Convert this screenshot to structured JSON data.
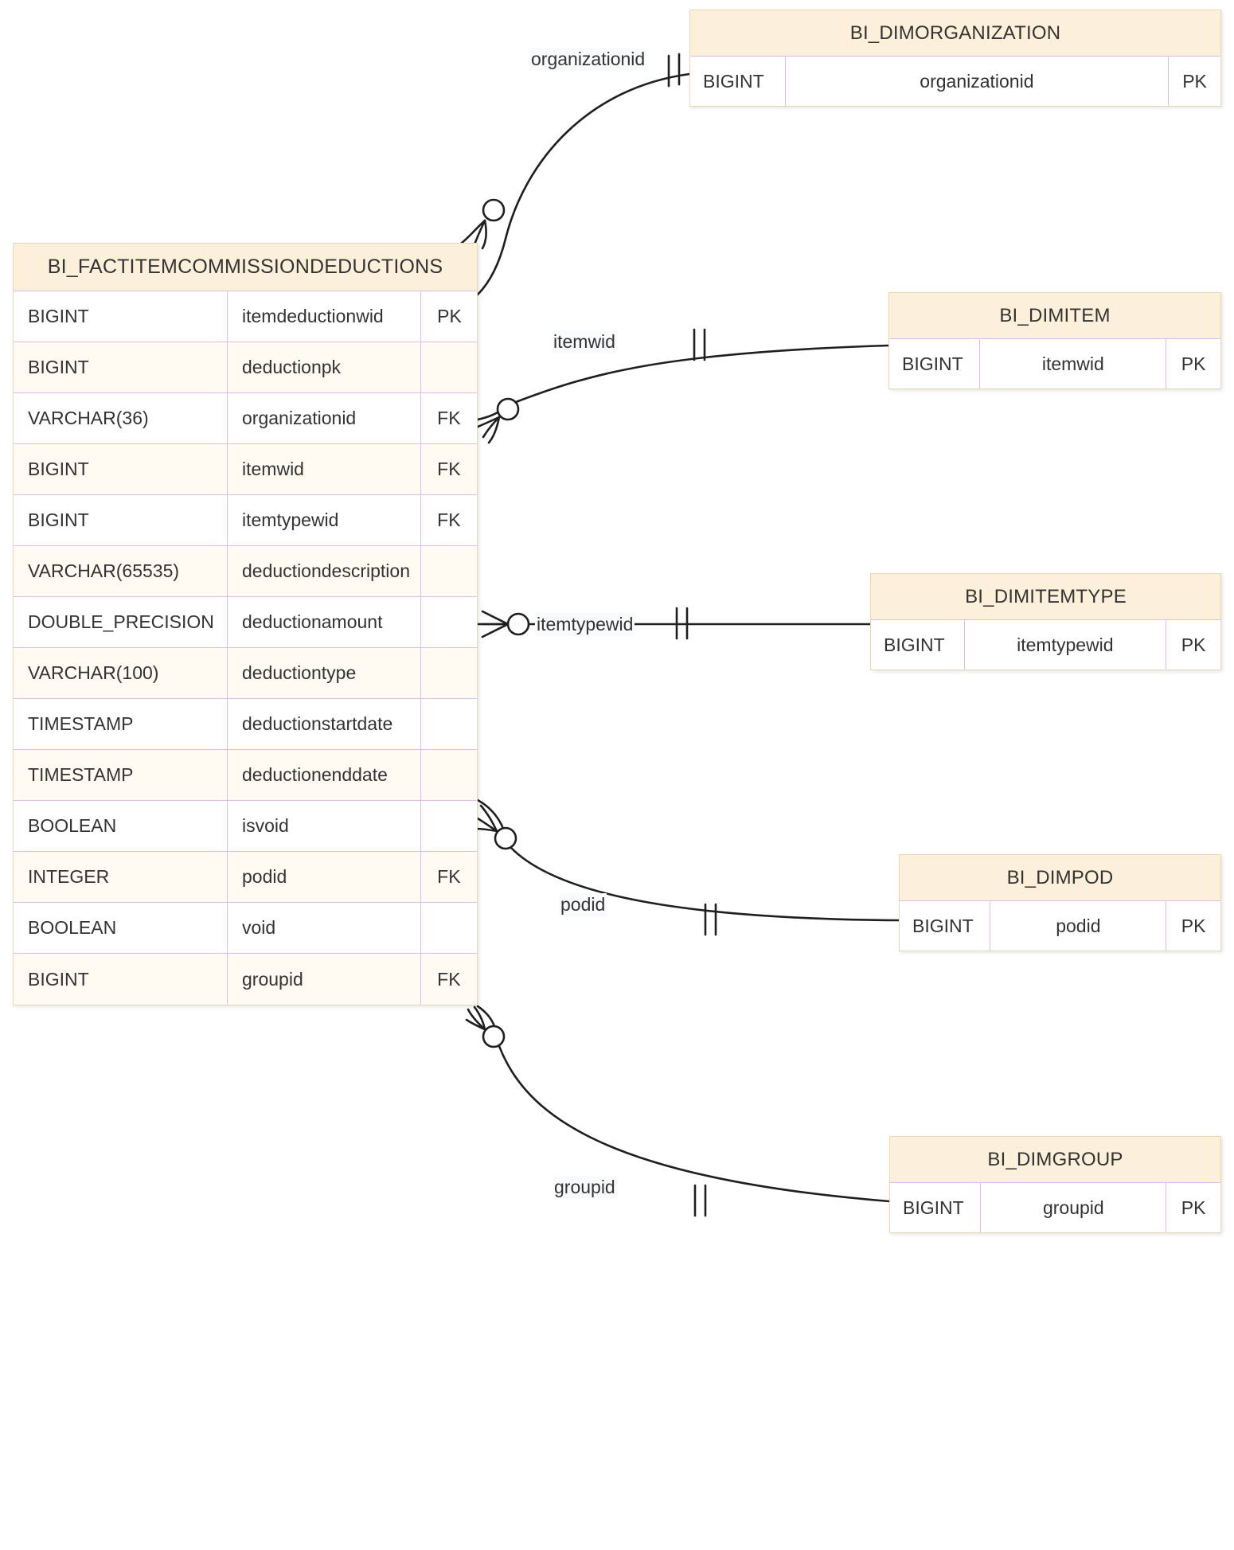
{
  "diagram": {
    "type": "entity-relationship-diagram",
    "colors": {
      "entity_header_bg": "#fdf0db",
      "entity_row_odd_bg": "#ffffff",
      "entity_row_even_bg": "#fffbf3",
      "entity_border": "#ddbbee",
      "entity_outer_border": "#e8d9b5",
      "edge_stroke": "#1f1f1f",
      "canvas_bg": "#ffffff",
      "text": "#333333"
    },
    "column_headers": [
      "type",
      "name",
      "key"
    ]
  },
  "entities": {
    "fact": {
      "name": "BI_FACTITEMCOMMISSIONDEDUCTIONS",
      "attributes": [
        {
          "type": "BIGINT",
          "name": "itemdeductionwid",
          "key": "PK"
        },
        {
          "type": "BIGINT",
          "name": "deductionpk",
          "key": ""
        },
        {
          "type": "VARCHAR(36)",
          "name": "organizationid",
          "key": "FK"
        },
        {
          "type": "BIGINT",
          "name": "itemwid",
          "key": "FK"
        },
        {
          "type": "BIGINT",
          "name": "itemtypewid",
          "key": "FK"
        },
        {
          "type": "VARCHAR(65535)",
          "name": "deductiondescription",
          "key": ""
        },
        {
          "type": "DOUBLE_PRECISION",
          "name": "deductionamount",
          "key": ""
        },
        {
          "type": "VARCHAR(100)",
          "name": "deductiontype",
          "key": ""
        },
        {
          "type": "TIMESTAMP",
          "name": "deductionstartdate",
          "key": ""
        },
        {
          "type": "TIMESTAMP",
          "name": "deductionenddate",
          "key": ""
        },
        {
          "type": "BOOLEAN",
          "name": "isvoid",
          "key": ""
        },
        {
          "type": "INTEGER",
          "name": "podid",
          "key": "FK"
        },
        {
          "type": "BOOLEAN",
          "name": "void",
          "key": ""
        },
        {
          "type": "BIGINT",
          "name": "groupid",
          "key": "FK"
        }
      ]
    },
    "organization": {
      "name": "BI_DIMORGANIZATION",
      "attributes": [
        {
          "type": "BIGINT",
          "name": "organizationid",
          "key": "PK"
        }
      ]
    },
    "item": {
      "name": "BI_DIMITEM",
      "attributes": [
        {
          "type": "BIGINT",
          "name": "itemwid",
          "key": "PK"
        }
      ]
    },
    "itemtype": {
      "name": "BI_DIMITEMTYPE",
      "attributes": [
        {
          "type": "BIGINT",
          "name": "itemtypewid",
          "key": "PK"
        }
      ]
    },
    "pod": {
      "name": "BI_DIMPOD",
      "attributes": [
        {
          "type": "BIGINT",
          "name": "podid",
          "key": "PK"
        }
      ]
    },
    "group": {
      "name": "BI_DIMGROUP",
      "attributes": [
        {
          "type": "BIGINT",
          "name": "groupid",
          "key": "PK"
        }
      ]
    }
  },
  "relationships": [
    {
      "label": "organizationid",
      "from": "fact",
      "to": "organization",
      "from_cardinality": "zero-or-many",
      "to_cardinality": "exactly-one"
    },
    {
      "label": "itemwid",
      "from": "fact",
      "to": "item",
      "from_cardinality": "zero-or-many",
      "to_cardinality": "exactly-one"
    },
    {
      "label": "itemtypewid",
      "from": "fact",
      "to": "itemtype",
      "from_cardinality": "zero-or-many",
      "to_cardinality": "exactly-one"
    },
    {
      "label": "podid",
      "from": "fact",
      "to": "pod",
      "from_cardinality": "zero-or-many",
      "to_cardinality": "exactly-one"
    },
    {
      "label": "groupid",
      "from": "fact",
      "to": "group",
      "from_cardinality": "zero-or-many",
      "to_cardinality": "exactly-one"
    }
  ]
}
